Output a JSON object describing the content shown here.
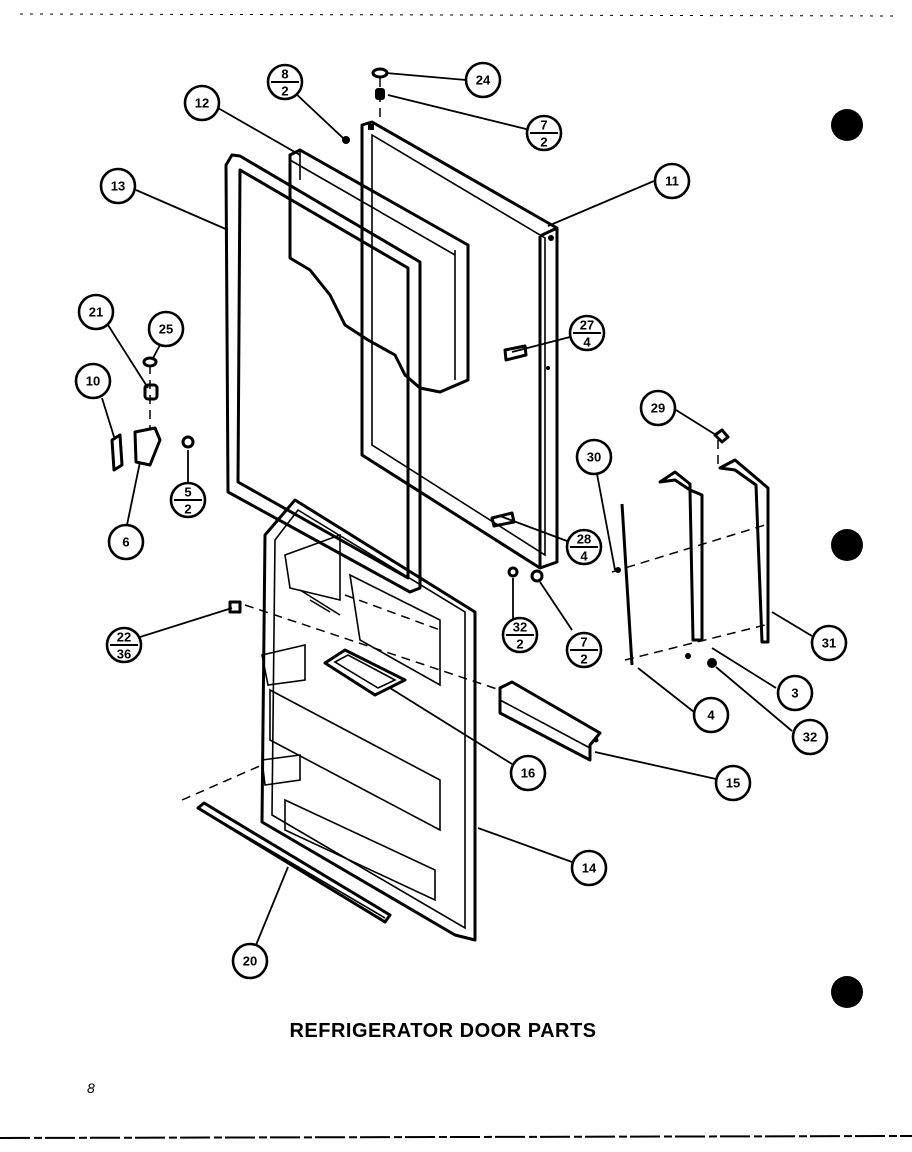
{
  "caption": "REFRIGERATOR DOOR PARTS",
  "page_number": "8",
  "callouts": {
    "c24": "24",
    "c12": "12",
    "c13": "13",
    "c11": "11",
    "c21": "21",
    "c25": "25",
    "c10": "10",
    "c6": "6",
    "c29": "29",
    "c30": "30",
    "c31": "31",
    "c3": "3",
    "c4": "4",
    "c32": "32",
    "c16": "16",
    "c15": "15",
    "c14": "14",
    "c20": "20"
  },
  "fractions": {
    "f8_2": {
      "top": "8",
      "bottom": "2"
    },
    "f7_2a": {
      "top": "7",
      "bottom": "2"
    },
    "f27_4": {
      "top": "27",
      "bottom": "4"
    },
    "f5_2": {
      "top": "5",
      "bottom": "2"
    },
    "f28_4": {
      "top": "28",
      "bottom": "4"
    },
    "f32_2": {
      "top": "32",
      "bottom": "2"
    },
    "f7_2b": {
      "top": "7",
      "bottom": "2"
    },
    "f22_36": {
      "top": "22",
      "bottom": "36"
    }
  },
  "colors": {
    "ink": "#000000",
    "paper": "#ffffff"
  }
}
